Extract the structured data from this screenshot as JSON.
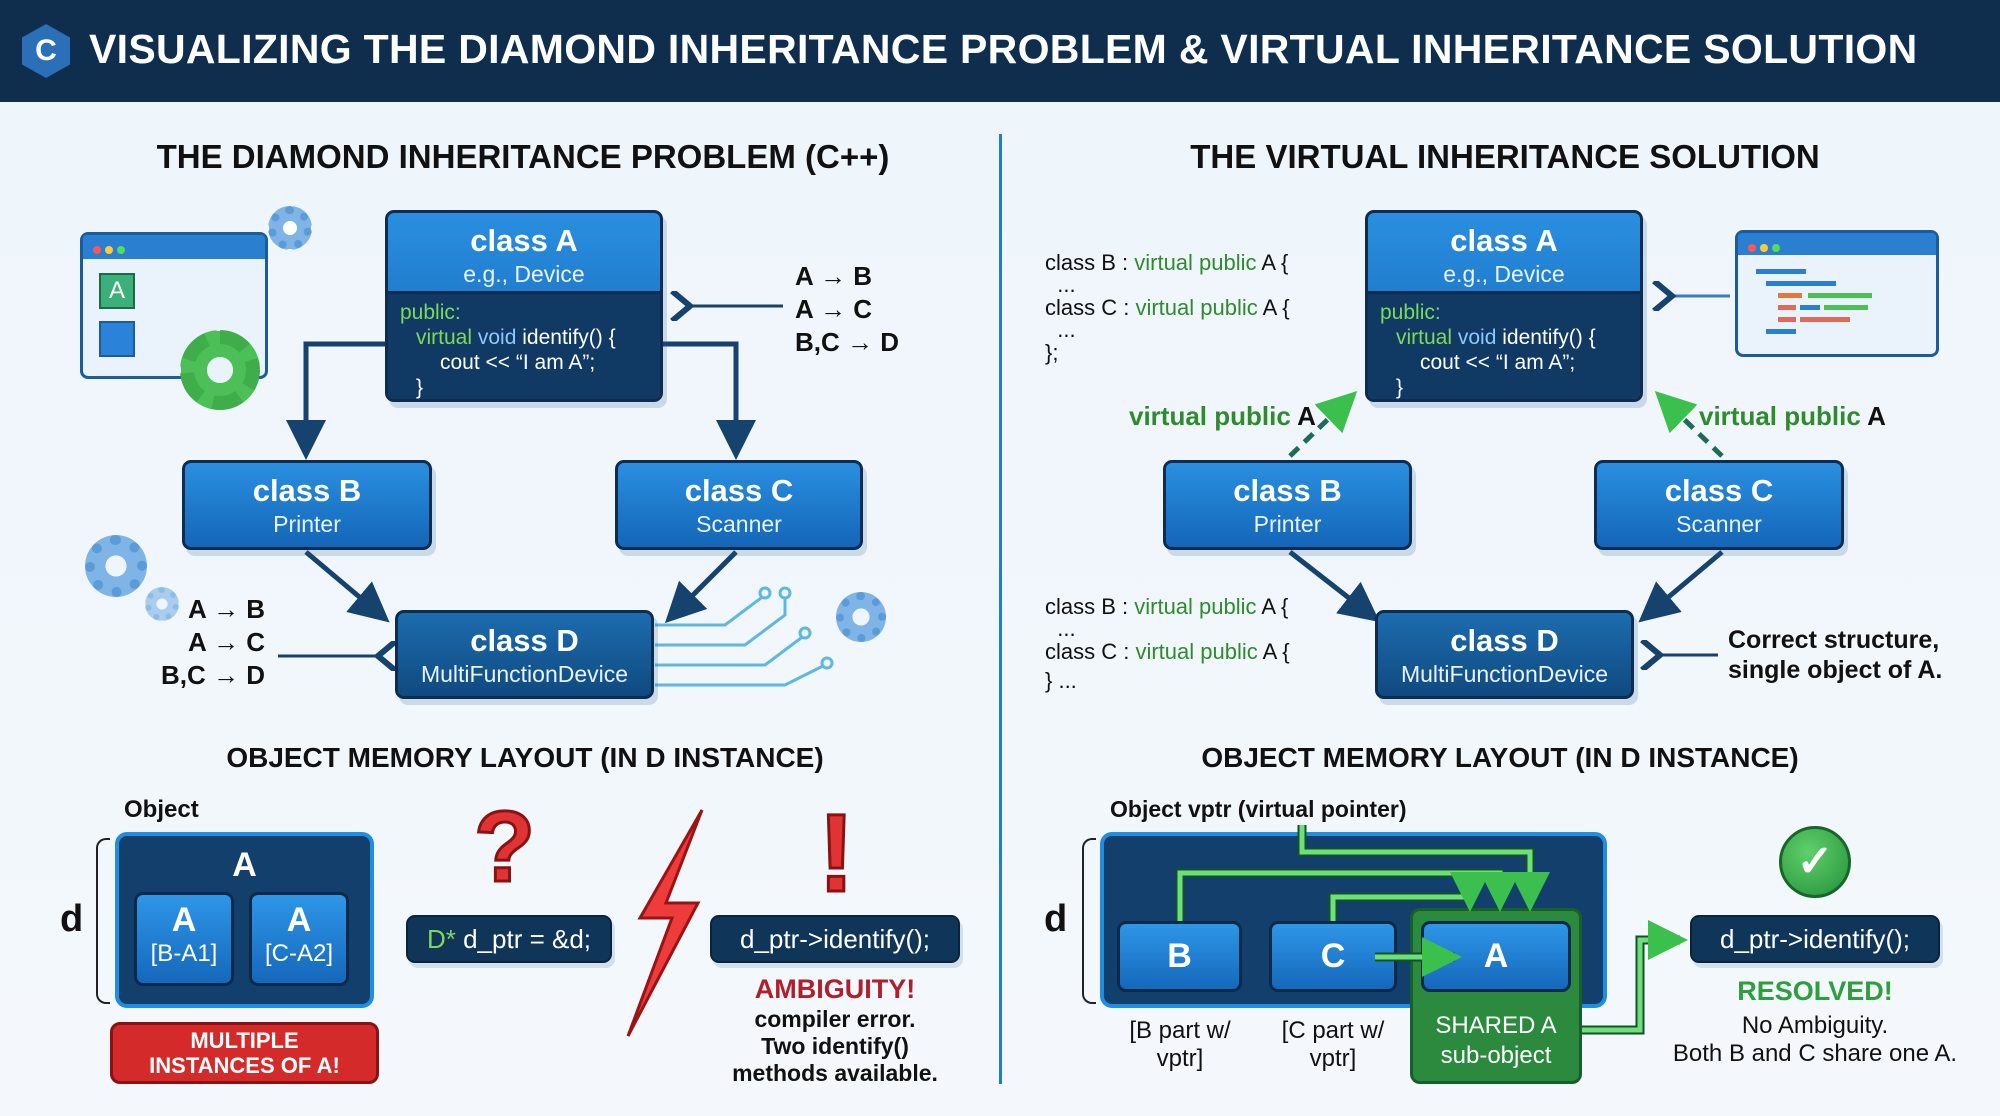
{
  "header": {
    "logo": "C",
    "title": "VISUALIZING THE DIAMOND INHERITANCE PROBLEM & VIRTUAL INHERITANCE SOLUTION"
  },
  "left": {
    "heading": "THE DIAMOND INHERITANCE PROBLEM (C++)",
    "classA": {
      "title": "class A",
      "subtitle": "e.g., Device",
      "code": {
        "public": "public:",
        "virtual": "virtual",
        "void": "void",
        "identify": "identify() {",
        "cout": "cout << “I am A”;",
        "close": "}"
      }
    },
    "classB": {
      "title": "class B",
      "subtitle": "Printer"
    },
    "classC": {
      "title": "class C",
      "subtitle": "Scanner"
    },
    "classD": {
      "title": "class D",
      "subtitle": "MultiFunctionDevice"
    },
    "relations_top": [
      "A → B",
      "A → C",
      "B,C → D"
    ],
    "relations_bottom": [
      "A → B",
      "A → C",
      "B,C → D"
    ],
    "window_icon_label": "A",
    "memory": {
      "heading": "OBJECT MEMORY LAYOUT (IN D INSTANCE)",
      "object_label": "Object",
      "d_label": "d",
      "outer": "A",
      "sub1": {
        "title": "A",
        "tag": "[B-A1]"
      },
      "sub2": {
        "title": "A",
        "tag": "[C-A2]"
      },
      "callout": "MULTIPLE INSTANCES OF A!",
      "ptr_decl": {
        "type": "D*",
        "rest": " d_ptr = &d;"
      },
      "call": "d_ptr->identify();",
      "error_title": "AMBIGUITY!",
      "error_lines": [
        "compiler error.",
        "Two identify()",
        "methods available."
      ],
      "colors": {
        "error": "#d42a2a",
        "question": "#e03434"
      }
    }
  },
  "right": {
    "heading": "THE VIRTUAL INHERITANCE SOLUTION",
    "classA": {
      "title": "class A",
      "subtitle": "e.g., Device",
      "code": {
        "public": "public:",
        "virtual": "virtual",
        "void": "void",
        "identify": "identify() {",
        "cout": "cout << “I am A”;",
        "close": "}"
      }
    },
    "classB": {
      "title": "class B",
      "subtitle": "Printer"
    },
    "classC": {
      "title": "class C",
      "subtitle": "Scanner"
    },
    "classD": {
      "title": "class D",
      "subtitle": "MultiFunctionDevice"
    },
    "code_top": [
      {
        "pre": "class B : ",
        "kw": "virtual public",
        "post": " A {"
      },
      {
        "pre": "  ...",
        "kw": "",
        "post": ""
      },
      {
        "pre": "class C : ",
        "kw": "virtual public",
        "post": " A {"
      },
      {
        "pre": "  ...",
        "kw": "",
        "post": ""
      },
      {
        "pre": "};",
        "kw": "",
        "post": ""
      }
    ],
    "code_bottom": [
      {
        "pre": "class B : ",
        "kw": "virtual public",
        "post": " A {"
      },
      {
        "pre": "  ...",
        "kw": "",
        "post": ""
      },
      {
        "pre": "class C : ",
        "kw": "virtual public",
        "post": " A {"
      },
      {
        "pre": "} ...",
        "kw": "",
        "post": ""
      }
    ],
    "edge_left": {
      "kw": "virtual public",
      "post": " A"
    },
    "edge_right": {
      "kw": "virtual public",
      "post": " A"
    },
    "note": [
      "Correct structure,",
      "single object of A."
    ],
    "memory": {
      "heading": "OBJECT MEMORY LAYOUT (IN D INSTANCE)",
      "object_label": "Object vptr (virtual pointer)",
      "d_label": "d",
      "b": "B",
      "c": "C",
      "a": "A",
      "b_caption": [
        "[B part w/",
        "vptr]"
      ],
      "c_caption": [
        "[C part w/",
        "vptr]"
      ],
      "shared": [
        "SHARED A",
        "sub-object"
      ],
      "call": "d_ptr->identify();",
      "resolved_title": "RESOLVED!",
      "resolved_lines": [
        "No Ambiguity.",
        "Both B and C share one A."
      ],
      "colors": {
        "ok": "#2e9e3e",
        "arrow": "#5fd36a"
      }
    }
  }
}
